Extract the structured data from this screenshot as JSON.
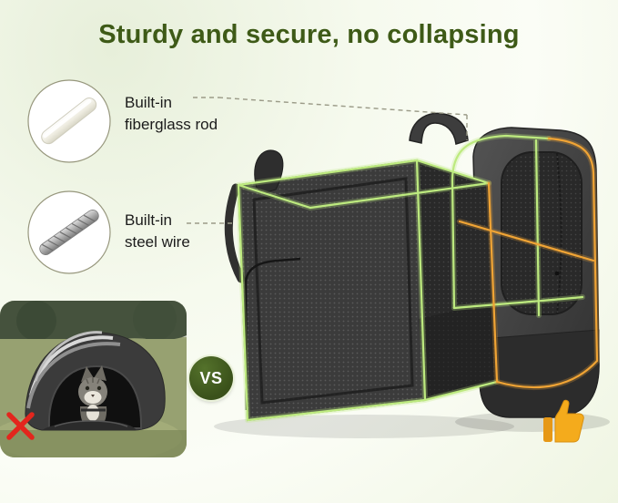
{
  "title": "Sturdy and secure, no collapsing",
  "callouts": [
    {
      "line1": "Built-in",
      "line2": "fiberglass rod"
    },
    {
      "line1": "Built-in",
      "line2": "steel wire"
    }
  ],
  "comparison": {
    "vs_label": "VS",
    "bad_mark": "red-x",
    "good_mark": "thumbs-up"
  },
  "colors": {
    "title_green": "#3e5a17",
    "wireframe_green": "#bdea7f",
    "wireframe_orange": "#f0a435",
    "vs_badge_green": "#41591d",
    "x_red": "#e3261d",
    "thumb_yellow": "#f4ab1c"
  }
}
